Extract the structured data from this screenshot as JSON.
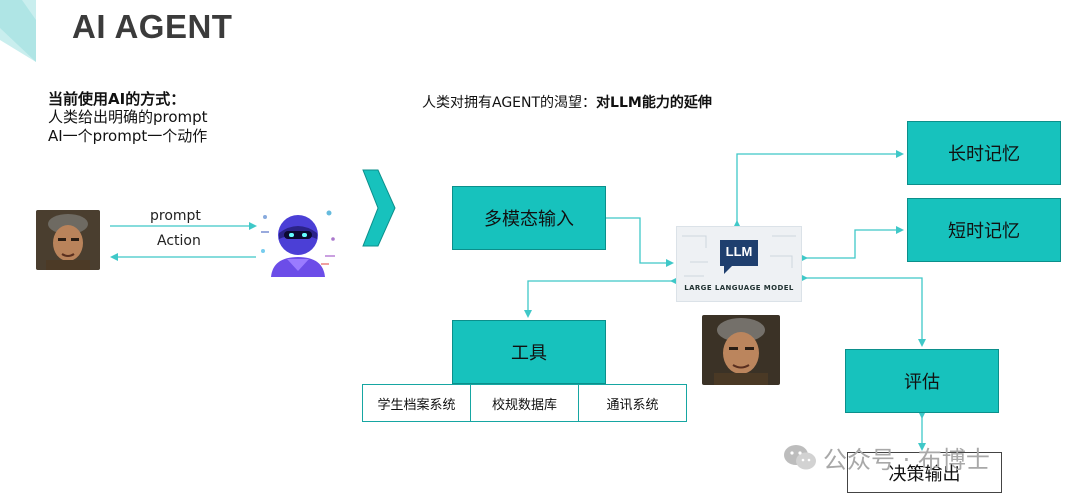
{
  "title": "AI AGENT",
  "left_panel": {
    "heading": "当前使用AI的方式：",
    "line1": "人类给出明确的prompt",
    "line2": "AI一个prompt一个动作",
    "prompt_label": "prompt",
    "action_label": "Action"
  },
  "right_panel": {
    "heading_prefix": "人类对拥有AGENT的渴望：",
    "heading_emphasis": "对LLM能力的延伸"
  },
  "boxes": {
    "multimodal": "多模态输入",
    "tools": "工具",
    "long_memory": "长时记忆",
    "short_memory": "短时记忆",
    "evaluation": "评估",
    "output": "决策输出"
  },
  "tools_list": [
    "学生档案系统",
    "校规数据库",
    "通讯系统"
  ],
  "llm": {
    "badge": "LLM",
    "caption": "LARGE LANGUAGE MODEL"
  },
  "watermark": "公众号 · 布博士",
  "colors": {
    "teal_box": "#17c2bd",
    "connector": "#3fc8c8",
    "title": "#3b3b3b"
  }
}
